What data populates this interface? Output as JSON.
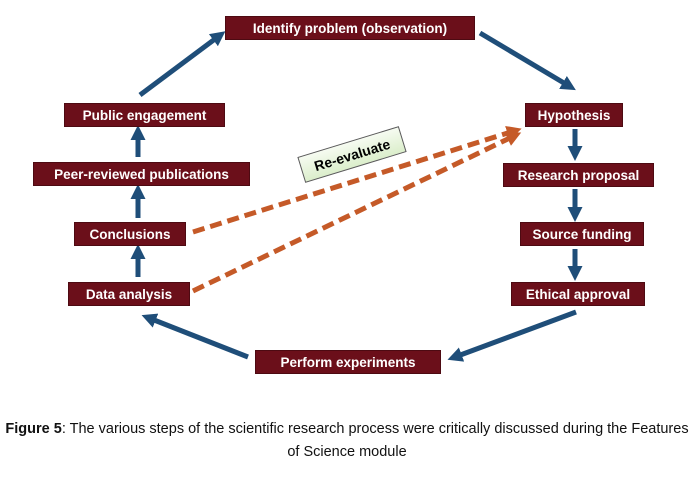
{
  "nodes": {
    "identify": "Identify problem (observation)",
    "hypothesis": "Hypothesis",
    "research_proposal": "Research proposal",
    "source_funding": "Source funding",
    "ethical_approval": "Ethical approval",
    "perform_experiments": "Perform experiments",
    "data_analysis": "Data analysis",
    "conclusions": "Conclusions",
    "peer_reviewed": "Peer-reviewed publications",
    "public_engagement": "Public engagement"
  },
  "annotation": "Re-evaluate",
  "caption": {
    "label": "Figure 5",
    "text": ": The various steps of the scientific research process were critically discussed during the Features of Science module"
  },
  "colors": {
    "box": "#6b0f1a",
    "arrow": "#1f4e79",
    "dashed_arrow": "#c55a28",
    "annotation_fill": "#e2f0d9"
  }
}
